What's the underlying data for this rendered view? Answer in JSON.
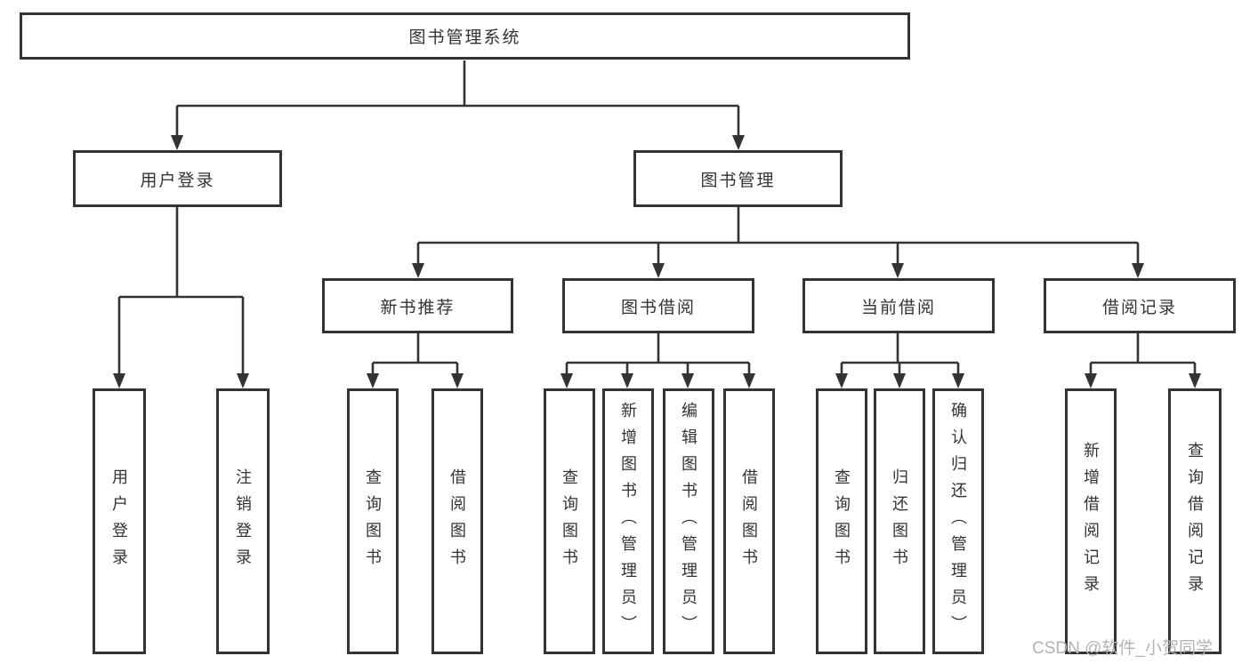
{
  "diagram": {
    "root": {
      "label": "图书管理系统"
    },
    "branches": [
      {
        "label": "用户登录",
        "children": [
          {
            "label": "用户登录"
          },
          {
            "label": "注销登录"
          }
        ]
      },
      {
        "label": "图书管理",
        "children": [
          {
            "label": "新书推荐",
            "children": [
              {
                "label": "查询图书"
              },
              {
                "label": "借阅图书"
              }
            ]
          },
          {
            "label": "图书借阅",
            "children": [
              {
                "label": "查询图书"
              },
              {
                "label": "新增图书（管理员）"
              },
              {
                "label": "编辑图书（管理员）"
              },
              {
                "label": "借阅图书"
              }
            ]
          },
          {
            "label": "当前借阅",
            "children": [
              {
                "label": "查询图书"
              },
              {
                "label": "归还图书"
              },
              {
                "label": "确认归还（管理员）"
              }
            ]
          },
          {
            "label": "借阅记录",
            "children": [
              {
                "label": "新增借阅记录"
              },
              {
                "label": "查询借阅记录"
              }
            ]
          }
        ]
      }
    ]
  },
  "watermark": "CSDN @软件_小贺同学",
  "colors": {
    "line": "#333333",
    "text": "#333333",
    "background": "#ffffff",
    "watermark": "#b3b3b3"
  }
}
